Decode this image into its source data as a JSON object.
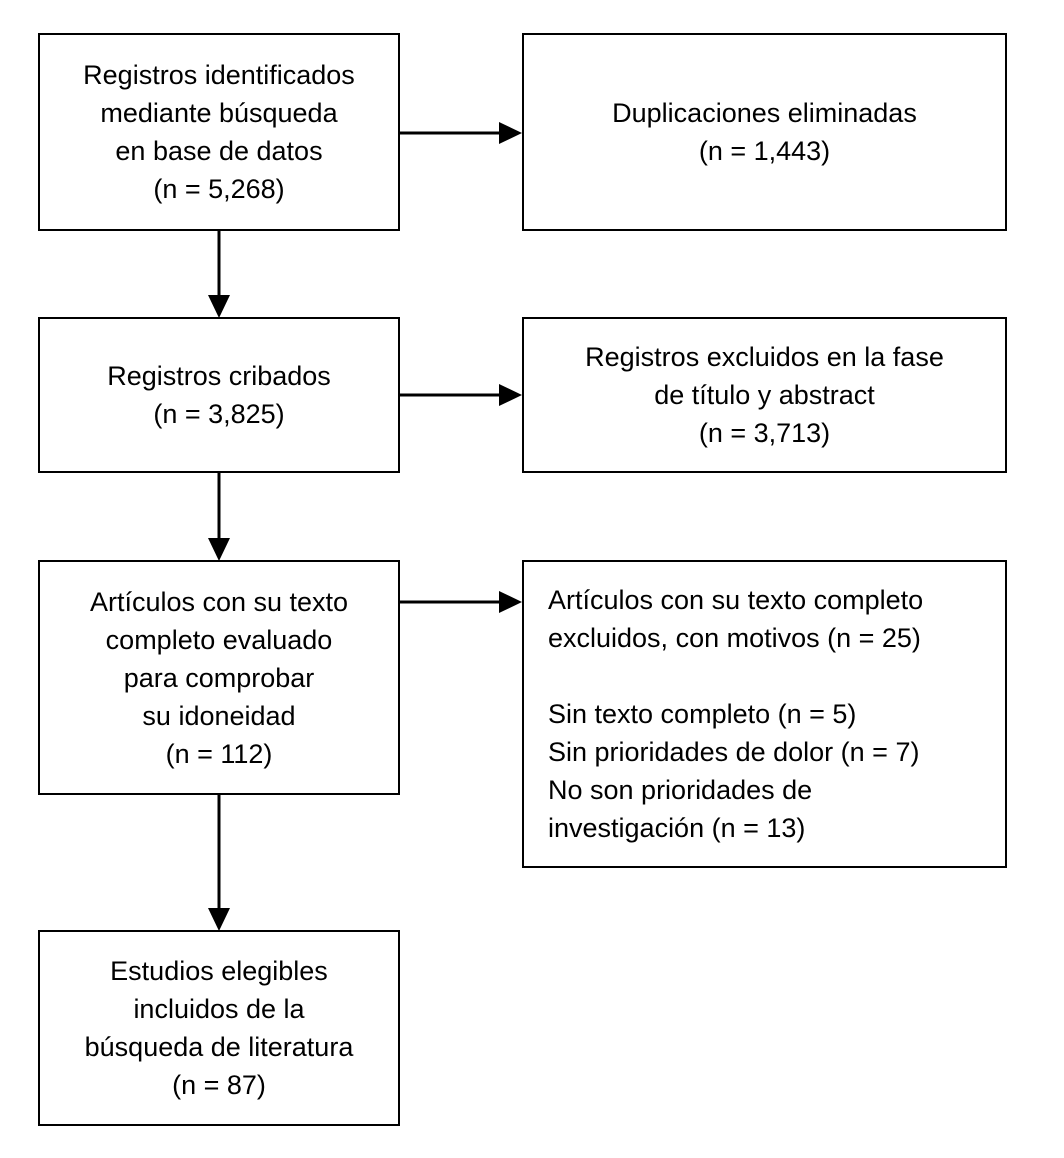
{
  "diagram": {
    "title": "PRISMA flow diagram",
    "language": "es",
    "stroke_color": "#000000",
    "background_color": "#ffffff",
    "nodes": {
      "identified": {
        "name": "Registros identificados mediante búsqueda en base de datos",
        "count_label": "(n = 5,268)",
        "count": 5268,
        "lines": [
          "Registros identificados",
          "mediante búsqueda",
          "en base de datos",
          "(n = 5,268)"
        ]
      },
      "duplicates_removed": {
        "name": "Duplicaciones eliminadas",
        "count_label": "(n = 1,443)",
        "count": 1443,
        "lines": [
          "Duplicaciones eliminadas",
          "(n = 1,443)"
        ]
      },
      "screened": {
        "name": "Registros cribados",
        "count_label": "(n = 3,825)",
        "count": 3825,
        "lines": [
          "Registros cribados",
          "(n = 3,825)"
        ]
      },
      "excluded_title_abstract": {
        "name": "Registros excluidos en la fase de título y abstract",
        "count_label": "(n = 3,713)",
        "count": 3713,
        "lines": [
          "Registros excluidos en la fase",
          "de título y abstract",
          "(n = 3,713)"
        ]
      },
      "fulltext_assessed": {
        "name": "Artículos con su texto completo evaluado para comprobar su idoneidad",
        "count_label": "(n = 112)",
        "count": 112,
        "lines": [
          "Artículos con su texto",
          "completo evaluado",
          "para comprobar",
          "su idoneidad",
          "(n = 112)"
        ]
      },
      "fulltext_excluded": {
        "name": "Artículos con su texto completo excluidos, con motivos",
        "count_label": "(n = 25)",
        "count": 25,
        "lines": [
          "Artículos con su texto completo",
          "excluidos, con motivos (n = 25)",
          "",
          "Sin texto completo (n = 5)",
          "Sin prioridades de dolor (n = 7)",
          "No son prioridades de",
          "investigación (n = 13)"
        ],
        "reasons": [
          {
            "label": "Sin texto completo",
            "count_label": "(n = 5)",
            "count": 5
          },
          {
            "label": "Sin prioridades de dolor",
            "count_label": "(n = 7)",
            "count": 7
          },
          {
            "label": "No son prioridades de investigación",
            "count_label": "(n = 13)",
            "count": 13
          }
        ]
      },
      "included": {
        "name": "Estudios elegibles incluidos de la búsqueda de literatura",
        "count_label": "(n = 87)",
        "count": 87,
        "lines": [
          "Estudios elegibles",
          "incluidos de la",
          "búsqueda de literatura",
          "(n = 87)"
        ]
      }
    },
    "connectors": [
      {
        "id": "identified-to-duplicates",
        "from": "identified",
        "to": "duplicates_removed",
        "direction": "right"
      },
      {
        "id": "identified-to-screened",
        "from": "identified",
        "to": "screened",
        "direction": "down"
      },
      {
        "id": "screened-to-excluded-title",
        "from": "screened",
        "to": "excluded_title_abstract",
        "direction": "right"
      },
      {
        "id": "screened-to-fulltext",
        "from": "screened",
        "to": "fulltext_assessed",
        "direction": "down"
      },
      {
        "id": "fulltext-to-excluded-reasons",
        "from": "fulltext_assessed",
        "to": "fulltext_excluded",
        "direction": "right"
      },
      {
        "id": "fulltext-to-included",
        "from": "fulltext_assessed",
        "to": "included",
        "direction": "down"
      }
    ]
  }
}
